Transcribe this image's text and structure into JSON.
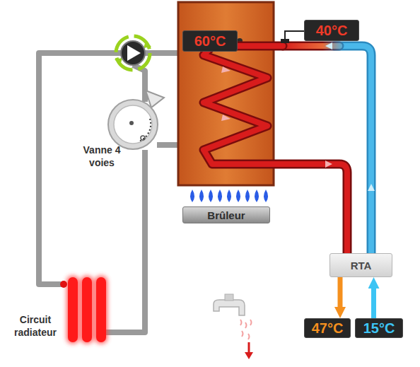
{
  "diagram": {
    "nodes": [
      {
        "text": [
          "60°C"
        ]
      },
      {
        "text": [
          "40°C"
        ]
      },
      {
        "text": [
          "Brûleur"
        ]
      },
      {
        "text": [
          "RTA"
        ]
      },
      {
        "text": [
          "47°C"
        ]
      },
      {
        "text": [
          "15°C"
        ]
      }
    ],
    "edges": [
      {
        "from": 3,
        "to": 4,
        "arrow": "to"
      },
      {
        "from": 5,
        "to": 3,
        "arrow": "to"
      }
    ],
    "labels": [
      "Vanne 4 voies",
      "Circuit radiateur"
    ]
  }
}
